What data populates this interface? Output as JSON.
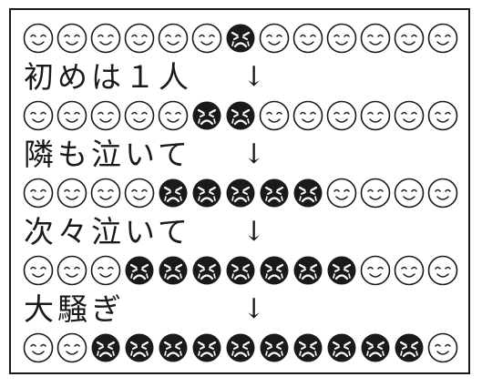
{
  "rows": [
    {
      "faces": "sssssscssssss"
    },
    {
      "faces": "sssssccssssss"
    },
    {
      "faces": "sssscccccssss"
    },
    {
      "faces": "ssscccccccsss"
    },
    {
      "faces": "ssccccccccccs"
    }
  ],
  "captions": [
    {
      "text": "初めは１人",
      "arrow": "↓"
    },
    {
      "text": "隣も泣いて",
      "arrow": "↓"
    },
    {
      "text": "次々泣いて",
      "arrow": "↓"
    },
    {
      "text": "大騒ぎ",
      "arrow": "↓"
    }
  ],
  "legend": {
    "s": "smiling-face",
    "c": "crying-face"
  },
  "colors": {
    "ink": "#1a1a1a",
    "background": "#ffffff"
  }
}
